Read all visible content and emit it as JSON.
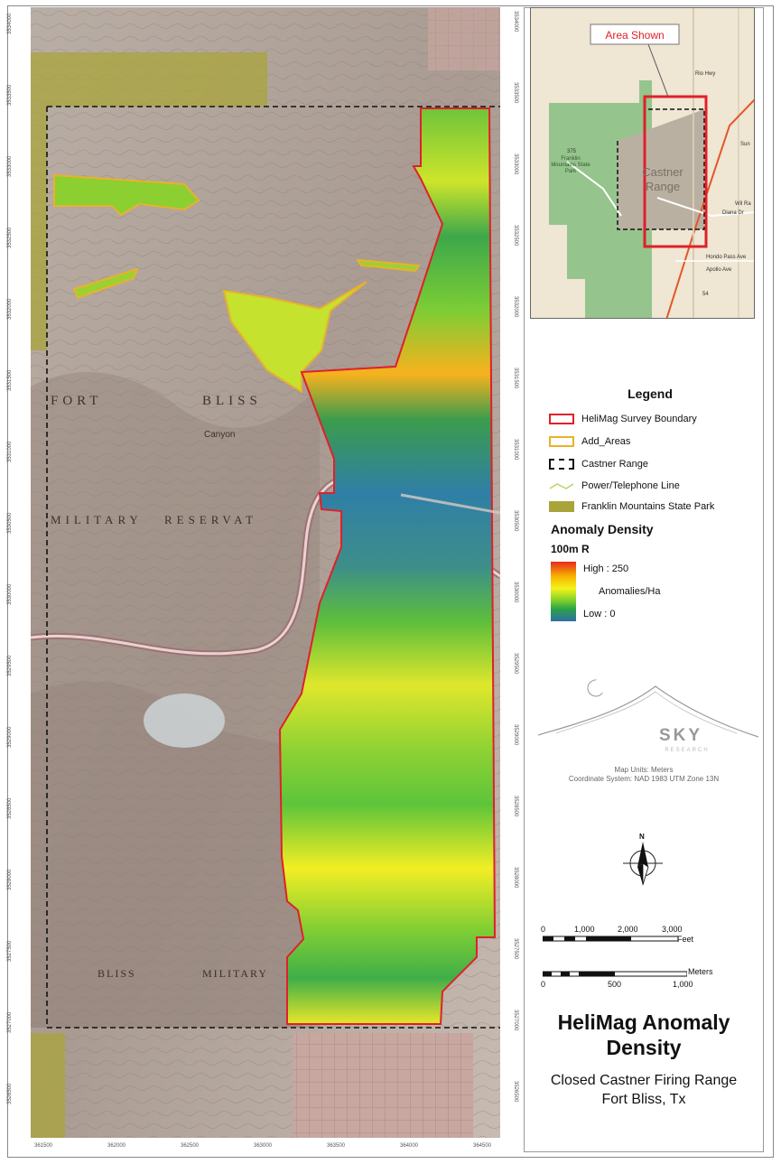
{
  "inset": {
    "area_shown_label": "Area Shown",
    "castner_label": "Castner\nRange",
    "park_label": "Franklin\nMountains State\nPark",
    "road_labels": [
      "Hondo Pass Ave",
      "Apollo Ave",
      "Wil Ra",
      "Diana Dr",
      "Sun",
      "Rio Hwy",
      "375",
      "54"
    ]
  },
  "map": {
    "labels": [
      "FORT",
      "BLISS",
      "MILITARY",
      "RESERVAT",
      "BLISS",
      "MILITARY",
      "Canyon"
    ],
    "left_ticks": [
      "3534000",
      "3533500",
      "3533000",
      "3532500",
      "3532000",
      "3531500",
      "3531000",
      "3530500",
      "3530000",
      "3529500",
      "3529000",
      "3528500",
      "3528000",
      "3527500",
      "3527000",
      "3526500"
    ],
    "right_ticks": [
      "3534000",
      "3533500",
      "3533000",
      "3532500",
      "3532000",
      "3531500",
      "3531000",
      "3530500",
      "3530000",
      "3529500",
      "3529000",
      "3528500",
      "3528000",
      "3527500",
      "3527000",
      "3526500"
    ],
    "bottom_ticks": [
      "361500",
      "362000",
      "362500",
      "363000",
      "363500",
      "364000",
      "364500"
    ]
  },
  "legend": {
    "title": "Legend",
    "items": [
      {
        "label": "HeliMag Survey Boundary",
        "color": "#e0202a"
      },
      {
        "label": "Add_Areas",
        "color": "#e8b22a"
      },
      {
        "label": "Castner Range",
        "color": "#111111"
      },
      {
        "label": "Power/Telephone Line",
        "color": "#b6d56a"
      },
      {
        "label": "Franklin Mountains State Park",
        "color": "#a9a43a"
      }
    ],
    "density_title": "Anomaly Density",
    "density_sub": "100m R",
    "high_label": "High : 250",
    "unit_label": "Anomalies/Ha",
    "low_label": "Low : 0"
  },
  "logo": {
    "text": "SKY",
    "subtext": "RESEARCH"
  },
  "map_info": {
    "units": "Map Units: Meters",
    "coordinate_system": "Coordinate System: NAD 1983 UTM Zone 13N"
  },
  "compass": {
    "north": "N"
  },
  "scale_feet": {
    "ticks": [
      "0",
      "1,000",
      "2,000",
      "3,000"
    ],
    "unit": "Feet"
  },
  "scale_meters": {
    "ticks": [
      "0",
      "500",
      "1,000"
    ],
    "unit": "Meters"
  },
  "title": {
    "main": "HeliMag Anomaly Density",
    "sub1": "Closed Castner Firing Range",
    "sub2": "Fort Bliss, Tx"
  }
}
